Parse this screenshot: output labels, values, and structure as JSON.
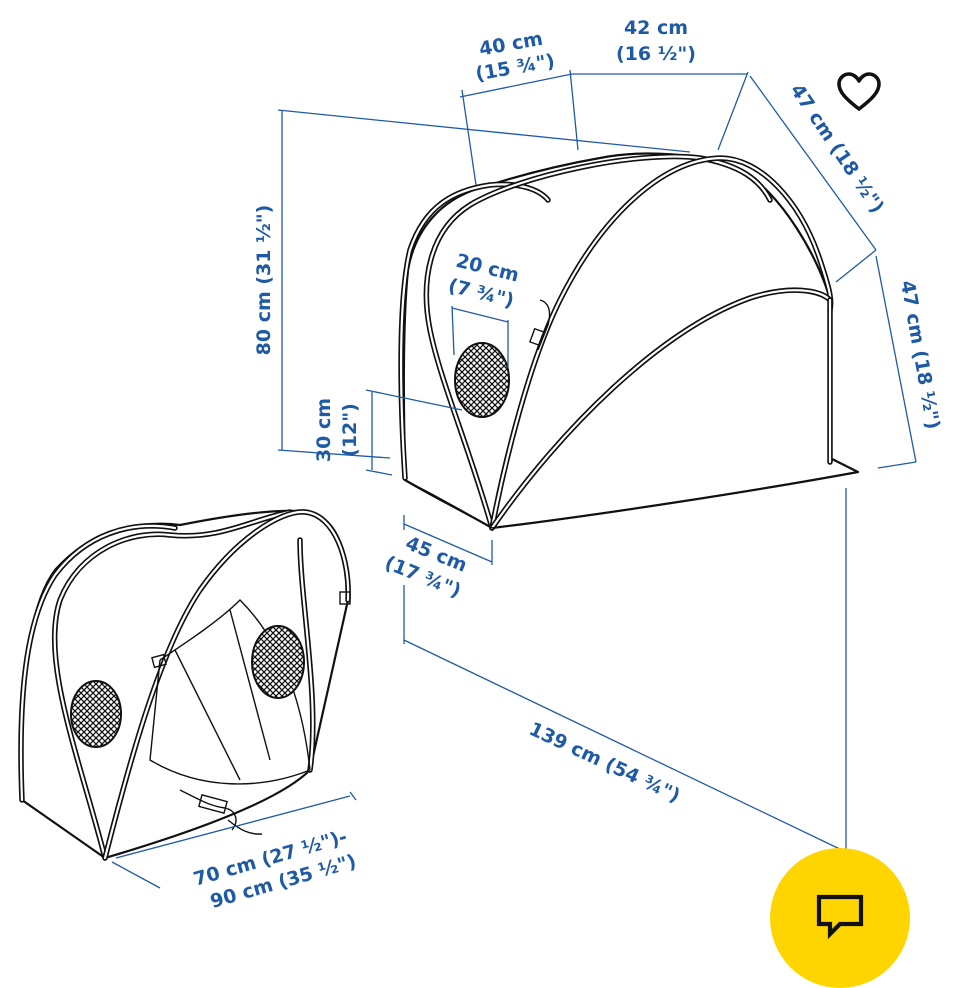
{
  "dimensions": {
    "top_width": {
      "cm": "40 cm",
      "in": "(15 ¾\")"
    },
    "top_depth": {
      "cm": "42 cm",
      "in": "(16 ½\")"
    },
    "top_slant": "47 cm (18 ½\")",
    "side_height": "47 cm (18 ½\")",
    "total_height": "80 cm (31 ½\")",
    "window_width": {
      "cm": "20 cm",
      "in": "(7 ¾\")"
    },
    "window_height": {
      "cm": "30 cm",
      "in": "(12\")"
    },
    "base_width": {
      "cm": "45 cm",
      "in": "(17 ¾\")"
    },
    "total_length": "139 cm (54 ¾\")",
    "bed_fit": {
      "line1": "70 cm (27 ½\")-",
      "line2": "90 cm (35 ½\")"
    }
  },
  "colors": {
    "dimension_blue": "#1f5aa6",
    "chat_yellow": "#ffd500"
  },
  "icons": {
    "favorite": "heart-outline-icon",
    "chat": "chat-bubble-icon"
  }
}
